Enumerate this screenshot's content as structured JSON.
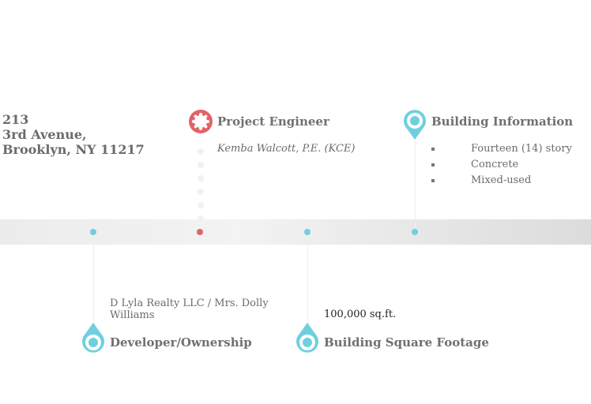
{
  "address": {
    "line1": "213",
    "line2": "3rd Avenue,",
    "line3": "Brooklyn, NY 11217"
  },
  "engineer": {
    "title": "Project Engineer",
    "value": "Kemba Walcott, P.E. (KCE)",
    "icon": "gear-icon",
    "color": "#e06468"
  },
  "building": {
    "title": "Building Information",
    "items": [
      "Fourteen (14) story",
      "Concrete",
      "Mixed-used"
    ],
    "icon": "map-pin-icon"
  },
  "developer": {
    "title": "Developer/Ownership",
    "value": "D Lyla Realty LLC / Mrs. Dolly Williams",
    "icon": "map-pin-icon"
  },
  "footage": {
    "title": "Building Square Footage",
    "value": "100,000 sq.ft.",
    "icon": "map-pin-icon"
  },
  "accent": "#6fcfdf"
}
